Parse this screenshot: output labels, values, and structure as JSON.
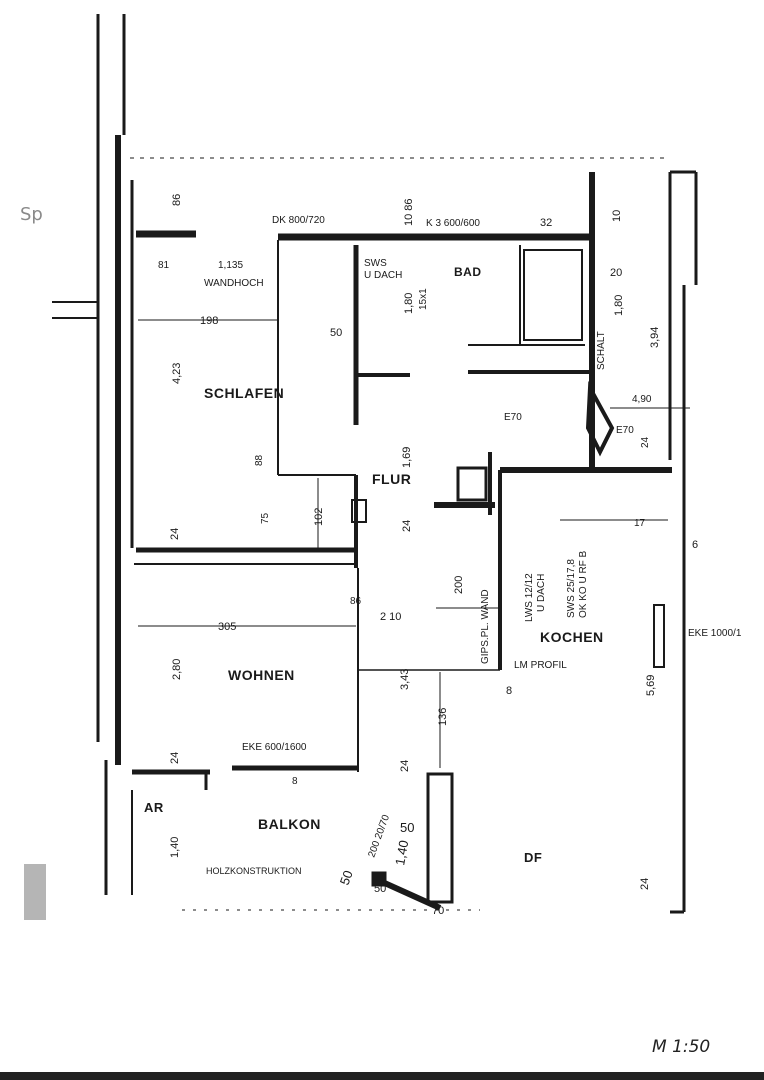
{
  "side_label": "Sp",
  "scale_note": "M 1:50",
  "rooms": {
    "schlafen": "SCHLAFEN",
    "bad": "BAD",
    "flur": "FLUR",
    "kochen": "KOCHEN",
    "wohnen": "WOHNEN",
    "balkon": "BALKON",
    "ar": "AR",
    "df": "DF"
  },
  "annotations": {
    "dk_800": "DK 800/720",
    "k3_600": "K 3 600/600",
    "wandhoch": "WANDHOCH",
    "sws_dach": "SWS",
    "u_dach": "U DACH",
    "schalt": "SCHALT",
    "e70_a": "E70",
    "e70_b": "E70",
    "lws": "LWS 12/12",
    "lws_dach": "U DACH",
    "sws_kochen": "SWS 25/17,8",
    "ok_note": "OK KO U RF B",
    "gipspl_wand": "GIPS.PL. WAND",
    "lm_profil": "LM PROFIL",
    "eke_1000": "EKE 1000/1",
    "eke_600": "EKE 600/1600",
    "holzkonstruktion": "HOLZKONSTRUKTION",
    "window_2070": "200 20/70"
  },
  "dimensions": {
    "d86a": "86",
    "d1086": "10 86",
    "d32": "32",
    "d10": "10",
    "d20": "20",
    "d180b": "1,80",
    "d3945": "3,94",
    "d198": "198",
    "d4235": "4,23",
    "d180a": "1,80",
    "d50a": "50",
    "d1695": "1,69",
    "d102": "102",
    "d24a": "24",
    "d24b": "24",
    "d200": "200",
    "d305": "305",
    "d210": "2 10",
    "d2805": "2,80",
    "d343": "3,43",
    "d136": "136",
    "d5695": "5,69",
    "d8": "8",
    "d6": "6",
    "d24c": "24",
    "d24d": "24",
    "d140": "1,40",
    "d50b": "50",
    "d140b": "1,40",
    "d50c": "50",
    "d50d": "50",
    "d70": "70",
    "d24e": "24",
    "d135": "1,135",
    "d81": "81",
    "d15x1": "15x1",
    "d490": "4,90",
    "d885": "88",
    "d865": "86",
    "d75": "75",
    "d24f": "24",
    "d8b": "8",
    "d17": "17"
  }
}
